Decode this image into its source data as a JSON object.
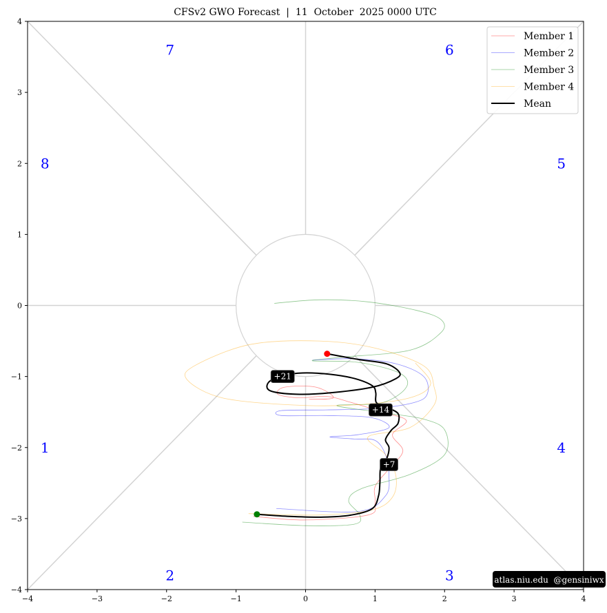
{
  "chart_data": {
    "type": "line",
    "title": "CFSv2 GWO Forecast  |  11  October  2025 0000 UTC",
    "xlabel": "",
    "ylabel": "",
    "xlim": [
      -4,
      4
    ],
    "ylim": [
      -4,
      4
    ],
    "xticks": [
      "−4",
      "−3",
      "−2",
      "−1",
      "0",
      "1",
      "2",
      "3",
      "4"
    ],
    "yticks": [
      "−4",
      "−3",
      "−2",
      "−1",
      "0",
      "1",
      "2",
      "3",
      "4"
    ],
    "grid": false,
    "legend_position": "top-right",
    "phases": [
      "1",
      "2",
      "3",
      "4",
      "5",
      "6",
      "7",
      "8"
    ],
    "series": [
      {
        "name": "Member 1",
        "color": "#ff0000",
        "points": [
          [
            -0.75,
            -2.97
          ],
          [
            0.0,
            -3.02
          ],
          [
            0.9,
            -2.95
          ],
          [
            1.0,
            -2.78
          ],
          [
            1.0,
            -2.55
          ],
          [
            1.2,
            -2.3
          ],
          [
            1.4,
            -2.05
          ],
          [
            1.25,
            -1.82
          ],
          [
            1.45,
            -1.62
          ],
          [
            1.1,
            -1.5
          ],
          [
            0.6,
            -1.35
          ],
          [
            0.3,
            -1.28
          ],
          [
            -0.1,
            -1.3
          ],
          [
            -0.4,
            -1.25
          ],
          [
            -0.3,
            -1.15
          ],
          [
            0.15,
            -1.15
          ],
          [
            0.4,
            -1.3
          ],
          [
            0.05,
            -1.32
          ]
        ]
      },
      {
        "name": "Member 2",
        "color": "#0000ff",
        "points": [
          [
            -0.42,
            -2.86
          ],
          [
            0.76,
            -2.9
          ],
          [
            1.15,
            -2.68
          ],
          [
            1.2,
            -2.4
          ],
          [
            1.15,
            -2.1
          ],
          [
            1.0,
            -1.9
          ],
          [
            0.7,
            -1.88
          ],
          [
            0.35,
            -1.85
          ],
          [
            0.75,
            -1.82
          ],
          [
            1.2,
            -1.72
          ],
          [
            0.95,
            -1.58
          ],
          [
            0.3,
            -1.55
          ],
          [
            -0.35,
            -1.55
          ],
          [
            -0.35,
            -1.48
          ],
          [
            0.3,
            -1.47
          ],
          [
            1.0,
            -1.45
          ],
          [
            1.55,
            -1.37
          ],
          [
            1.75,
            -1.25
          ],
          [
            1.7,
            -1.0
          ],
          [
            1.3,
            -0.82
          ],
          [
            0.7,
            -0.75
          ],
          [
            0.1,
            -0.77
          ]
        ]
      },
      {
        "name": "Member 3",
        "color": "#008000",
        "points": [
          [
            -0.91,
            -3.05
          ],
          [
            0.0,
            -3.1
          ],
          [
            0.7,
            -3.08
          ],
          [
            0.78,
            -2.95
          ],
          [
            0.62,
            -2.75
          ],
          [
            0.8,
            -2.58
          ],
          [
            1.5,
            -2.38
          ],
          [
            2.0,
            -2.1
          ],
          [
            2.0,
            -1.75
          ],
          [
            1.7,
            -1.6
          ],
          [
            1.2,
            -1.52
          ],
          [
            0.45,
            -1.41
          ],
          [
            1.1,
            -1.37
          ],
          [
            1.45,
            -1.15
          ],
          [
            1.35,
            -0.95
          ],
          [
            0.75,
            -0.8
          ],
          [
            0.1,
            -0.78
          ],
          [
            0.5,
            -0.73
          ],
          [
            1.5,
            -0.63
          ],
          [
            1.95,
            -0.38
          ],
          [
            1.95,
            -0.2
          ],
          [
            1.6,
            -0.07
          ],
          [
            0.9,
            0.05
          ],
          [
            0.2,
            0.08
          ],
          [
            -0.45,
            0.03
          ]
        ]
      },
      {
        "name": "Member 4",
        "color": "#ffa500",
        "points": [
          [
            -0.82,
            -2.93
          ],
          [
            0.2,
            -2.95
          ],
          [
            0.95,
            -2.88
          ],
          [
            1.25,
            -2.7
          ],
          [
            1.3,
            -2.4
          ],
          [
            1.15,
            -2.1
          ],
          [
            0.9,
            -1.85
          ],
          [
            1.5,
            -1.72
          ],
          [
            1.85,
            -1.4
          ],
          [
            1.85,
            -1.15
          ],
          [
            1.7,
            -0.85
          ],
          [
            1.0,
            -0.6
          ],
          [
            0.2,
            -0.5
          ],
          [
            -0.8,
            -0.55
          ],
          [
            -1.6,
            -0.85
          ],
          [
            -1.7,
            -1.05
          ],
          [
            -1.2,
            -1.3
          ],
          [
            -0.2,
            -1.4
          ],
          [
            0.7,
            -1.4
          ],
          [
            1.5,
            -1.3
          ],
          [
            1.8,
            -1.1
          ],
          [
            1.58,
            -0.81
          ]
        ]
      },
      {
        "name": "Mean",
        "color": "#000000",
        "points": [
          [
            -0.7,
            -2.94
          ],
          [
            -0.23,
            -2.97
          ],
          [
            0.26,
            -2.98
          ],
          [
            0.66,
            -2.95
          ],
          [
            0.96,
            -2.86
          ],
          [
            1.05,
            -2.68
          ],
          [
            1.07,
            -2.49
          ],
          [
            1.08,
            -2.29
          ],
          [
            1.17,
            -2.15
          ],
          [
            1.2,
            -2.0
          ],
          [
            1.15,
            -1.89
          ],
          [
            1.23,
            -1.76
          ],
          [
            1.33,
            -1.66
          ],
          [
            1.33,
            -1.52
          ],
          [
            1.18,
            -1.44
          ],
          [
            1.02,
            -1.37
          ],
          [
            1.01,
            -1.23
          ],
          [
            0.96,
            -1.13
          ],
          [
            0.71,
            -1.03
          ],
          [
            0.36,
            -0.97
          ],
          [
            -0.04,
            -0.95
          ],
          [
            -0.33,
            -0.99
          ],
          [
            -0.53,
            -1.08
          ],
          [
            -0.51,
            -1.2
          ],
          [
            -0.13,
            -1.25
          ],
          [
            0.36,
            -1.23
          ],
          [
            0.96,
            -1.15
          ],
          [
            1.3,
            -1.03
          ],
          [
            1.35,
            -0.94
          ],
          [
            1.16,
            -0.82
          ],
          [
            0.76,
            -0.76
          ],
          [
            0.31,
            -0.68
          ]
        ]
      }
    ],
    "start_marker_color": "#008000",
    "end_marker_color": "#ff0000",
    "day_labels": [
      {
        "text": "+7",
        "point": [
          1.2,
          -2.24
        ]
      },
      {
        "text": "+14",
        "point": [
          1.08,
          -1.47
        ]
      },
      {
        "text": "+21",
        "point": [
          -0.33,
          -1.0
        ]
      }
    ]
  },
  "watermark": "atlas.niu.edu  @gensiniwx"
}
